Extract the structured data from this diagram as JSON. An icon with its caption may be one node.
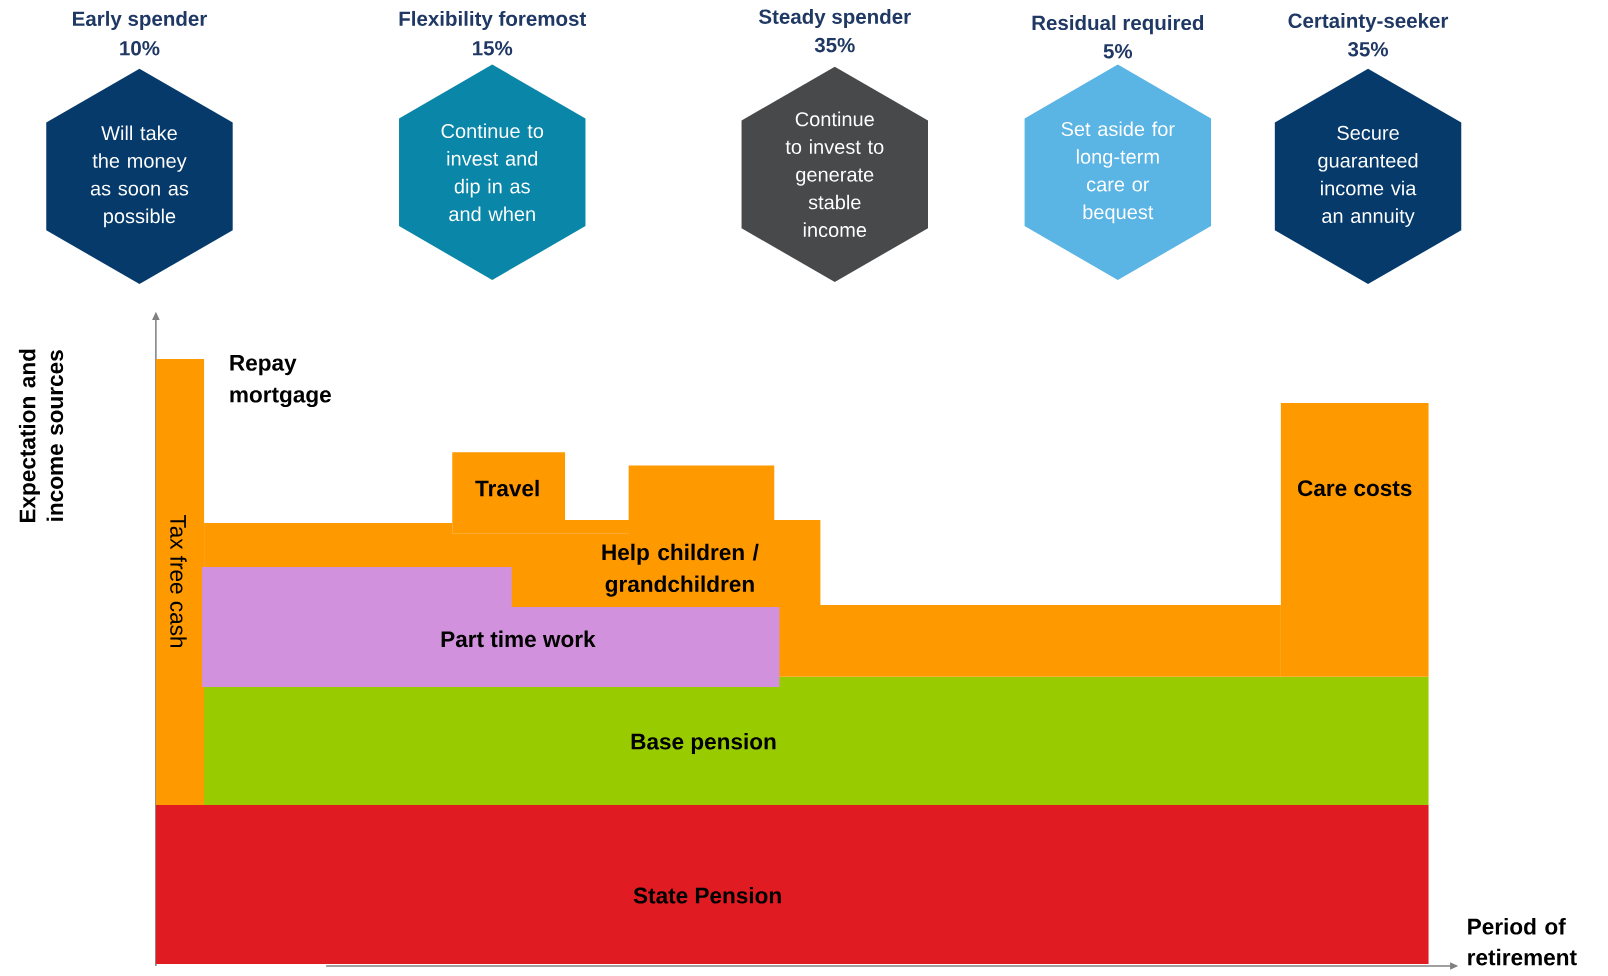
{
  "diagram": {
    "nodes": [
      {
        "text": [
          "Early spender",
          "10%",
          "Will take the money as soon as possible"
        ]
      },
      {
        "text": [
          "Flexibility foremost",
          "15%",
          "Continue to invest and dip in as and when"
        ]
      },
      {
        "text": [
          "Steady spender",
          "35%",
          "Continue to invest to generate stable income"
        ]
      },
      {
        "text": [
          "Residual required",
          "5%",
          "Set aside for long-term care or bequest"
        ]
      },
      {
        "text": [
          "Certainty-seeker",
          "35%",
          "Secure guaranteed income via an annuity"
        ]
      },
      {
        "text": [
          "Tax free cash"
        ],
        "beside": [
          "Repay mortgage"
        ]
      },
      {
        "text": [
          "Travel"
        ]
      },
      {
        "text": [
          "Help children / grandchildren"
        ]
      },
      {
        "text": [
          "Care costs"
        ]
      },
      {
        "text": [
          "Part time work"
        ]
      },
      {
        "text": [
          "Base  pension"
        ]
      },
      {
        "text": [
          "State Pension"
        ]
      }
    ],
    "labels": [
      "Expectation and income sources",
      "Period of retirement"
    ]
  }
}
